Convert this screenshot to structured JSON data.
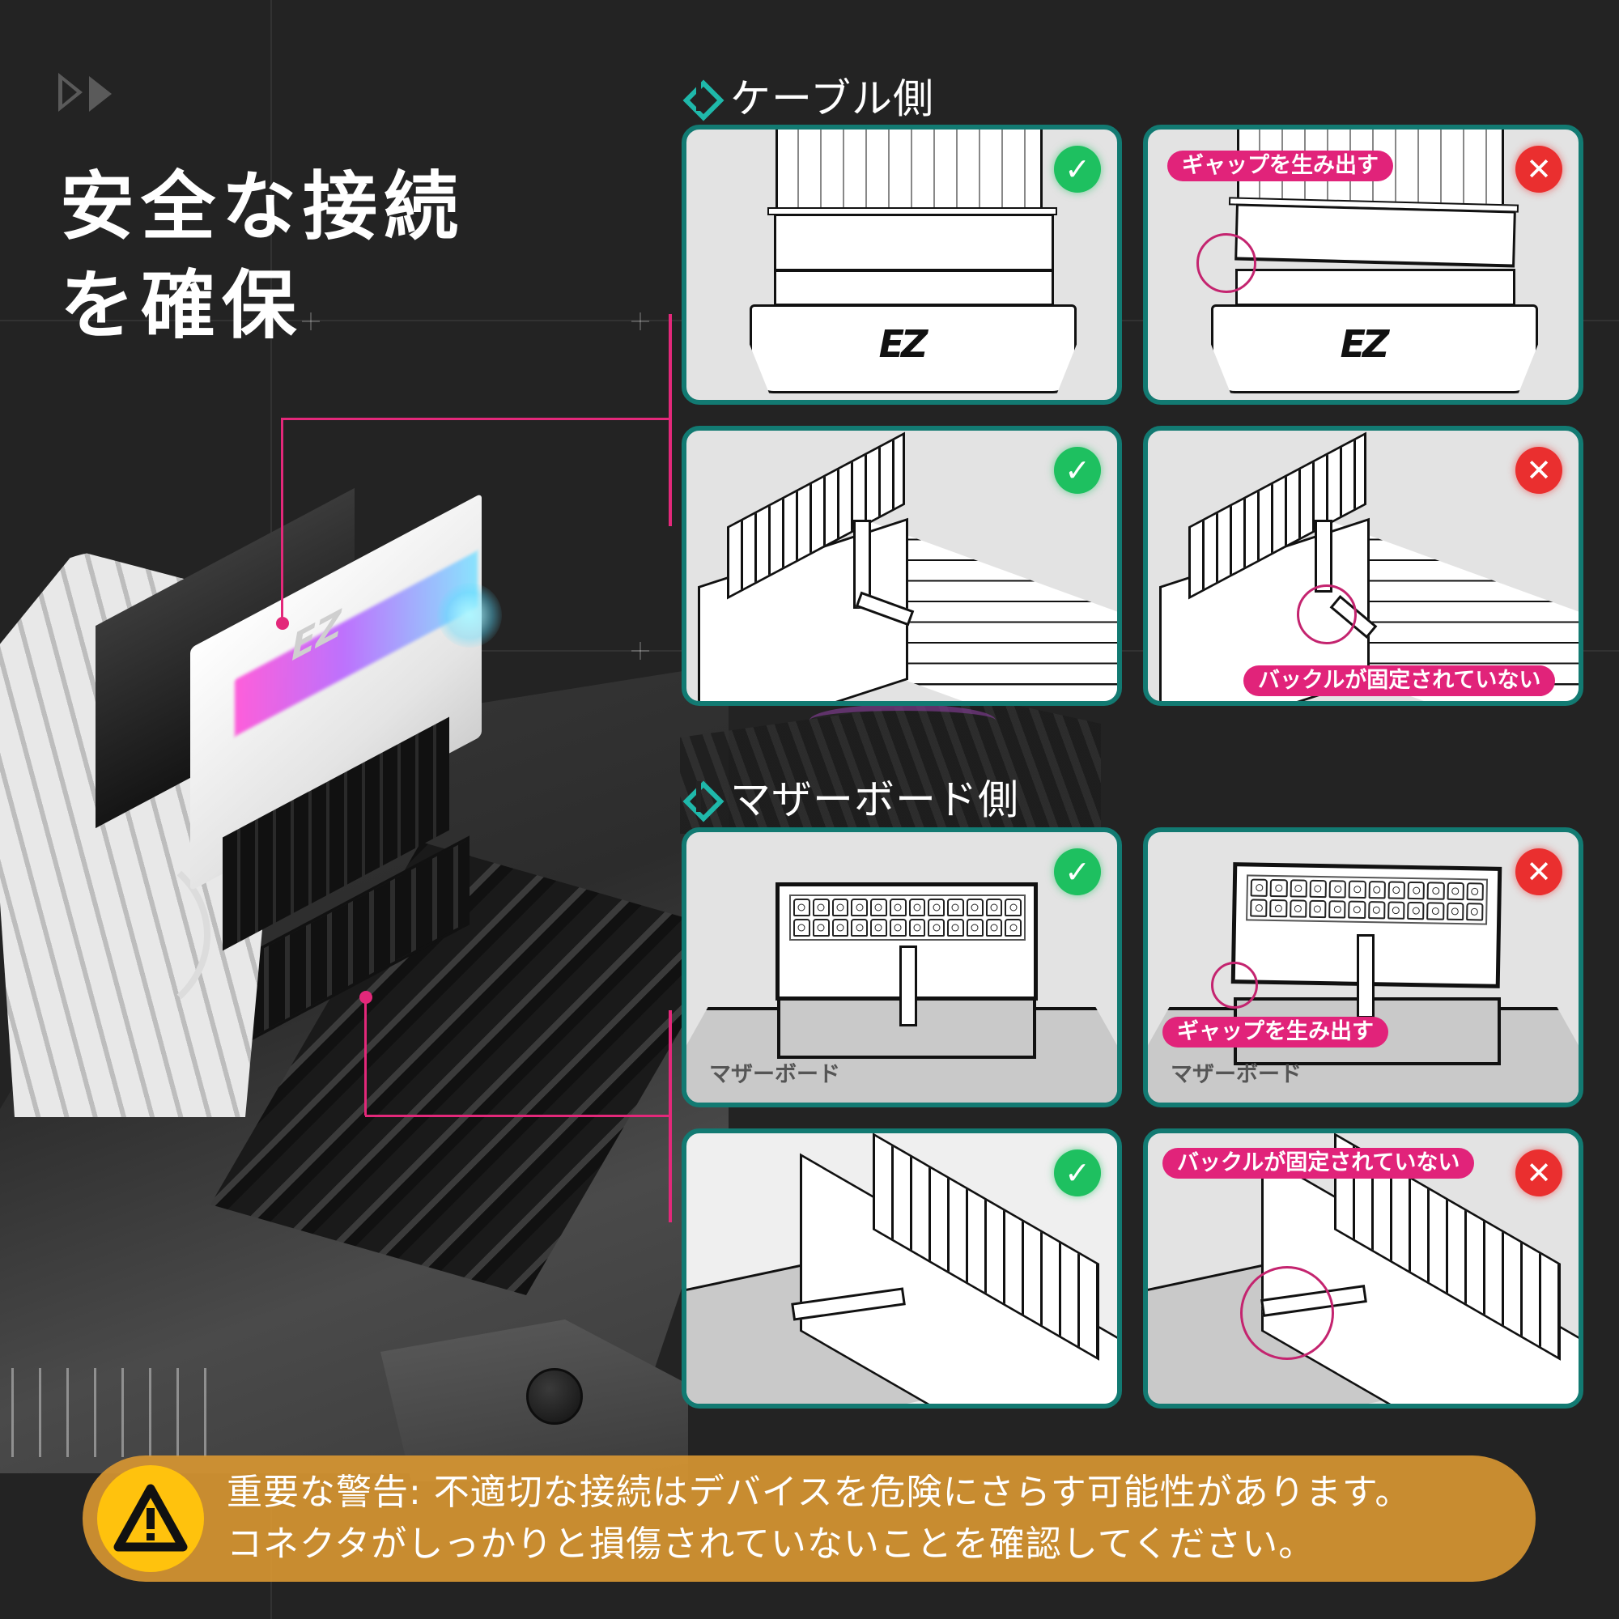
{
  "hero": {
    "title_line1": "安全な接続",
    "title_line2": "を確保",
    "play_icons": [
      "play-outline-icon",
      "play-solid-icon"
    ]
  },
  "sections": [
    {
      "title": "ケーブル側",
      "icon": "diamond-icon",
      "cards": [
        {
          "status": "ok",
          "badge": "✓",
          "tag": null,
          "illustration": "cable connector seated flush"
        },
        {
          "status": "ng",
          "badge": "✕",
          "tag": "ギャップを生み出す",
          "illustration": "cable connector with gap"
        },
        {
          "status": "ok",
          "badge": "✓",
          "tag": null,
          "illustration": "adapter buckle latched"
        },
        {
          "status": "ng",
          "badge": "✕",
          "tag": "バックルが固定されていない",
          "illustration": "adapter buckle not latched"
        }
      ]
    },
    {
      "title": "マザーボード側",
      "icon": "diamond-icon",
      "cards": [
        {
          "status": "ok",
          "badge": "✓",
          "tag": null,
          "label": "マザーボード",
          "illustration": "motherboard connector seated"
        },
        {
          "status": "ng",
          "badge": "✕",
          "tag": "ギャップを生み出す",
          "label": "マザーボード",
          "illustration": "motherboard connector with gap"
        },
        {
          "status": "ok",
          "badge": "✓",
          "tag": null,
          "illustration": "motherboard latch engaged"
        },
        {
          "status": "ng",
          "badge": "✕",
          "tag": "バックルが固定されていない",
          "illustration": "motherboard latch not engaged"
        }
      ]
    }
  ],
  "product": {
    "logo": "EZ"
  },
  "warning": {
    "icon": "warning-triangle-icon",
    "line1": "重要な警告: 不適切な接続はデバイスを危険にさらす可能性があります。",
    "line2": "コネクタがしっかりと損傷されていないことを確認してください。"
  },
  "colors": {
    "background": "#232323",
    "card_border": "#127a72",
    "accent_teal": "#1fb8aa",
    "callout_pink": "#e3287a",
    "tag_pink": "#e1237a",
    "ok_green": "#1ec060",
    "ng_red": "#ea2f2f",
    "warning_bar": "#d79632",
    "warning_icon": "#ffc20d"
  }
}
